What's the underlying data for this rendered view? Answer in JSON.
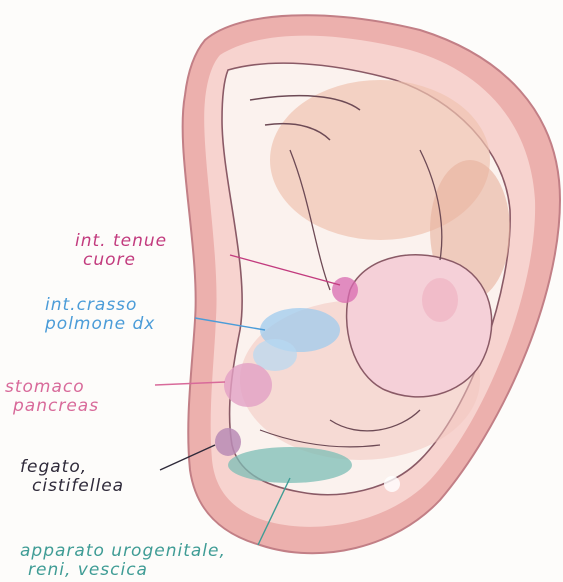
{
  "colors": {
    "magenta": "#c23b7e",
    "blue": "#4b9cd8",
    "pink": "#d86a9a",
    "dark": "#2f2a3a",
    "teal": "#3f9c95",
    "outer_ring": "#e9a3a0",
    "inner_flesh": "#f2c9bd"
  },
  "labels": {
    "small_intestine": {
      "line1": "int. tenue",
      "line2": "cuore"
    },
    "large_intestine": {
      "line1": "int.crasso",
      "line2": "polmone dx"
    },
    "stomach": {
      "line1": "stomaco",
      "line2": "pancreas"
    },
    "liver": {
      "line1": "fegato,",
      "line2": "cistifellea"
    },
    "urogenital": {
      "line1": "apparato urogenitale,",
      "line2": "reni, vescica"
    }
  },
  "zones": [
    {
      "name": "small-intestine-heart",
      "color": "#d86ab0"
    },
    {
      "name": "large-intestine-right-lung",
      "color": "#9fcbee"
    },
    {
      "name": "stomach-pancreas",
      "color": "#e2a0c4"
    },
    {
      "name": "liver-gallbladder",
      "color": "#b98bb5"
    },
    {
      "name": "urogenital-kidney-bladder",
      "color": "#7cbdb6"
    }
  ]
}
